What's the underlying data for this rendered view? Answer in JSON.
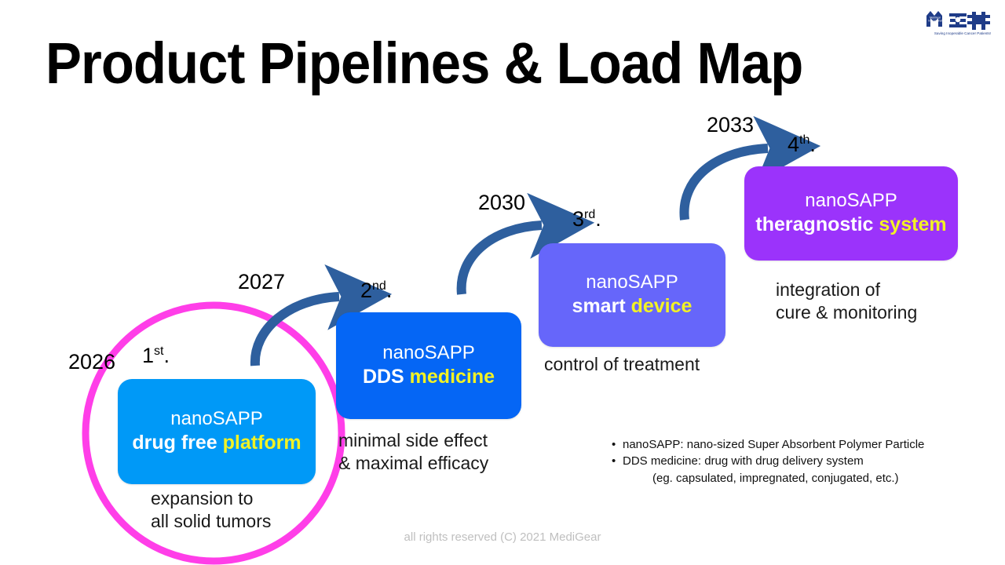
{
  "title": "Product Pipelines & Load Map",
  "logo": {
    "brand_line": "MediGear International",
    "tagline": "Saving Inoperable Cancer Patients!",
    "color": "#1F3C88"
  },
  "colors": {
    "stage1": "#0099F7",
    "stage2": "#0566F5",
    "stage3": "#6666FA",
    "stage4": "#9B33FB",
    "highlight": "#F2F224",
    "arrow": "#2E5F9E",
    "circle": "#FF3EE8"
  },
  "stages": [
    {
      "year": "2026",
      "ordinal_num": "1",
      "ordinal_suffix": "st",
      "line1": "nanoSAPP",
      "line2_plain": "drug free ",
      "line2_highlight": "platform",
      "caption": "expansion to\nall solid tumors",
      "color": "#0099F7",
      "highlighted": true
    },
    {
      "year": "2027",
      "ordinal_num": "2",
      "ordinal_suffix": "nd",
      "line1": "nanoSAPP",
      "line2_plain": "DDS ",
      "line2_highlight": "medicine",
      "caption": "minimal side effect\n& maximal efficacy",
      "color": "#0566F5",
      "highlighted": false
    },
    {
      "year": "2030",
      "ordinal_num": "3",
      "ordinal_suffix": "rd",
      "line1": "nanoSAPP",
      "line2_plain": "smart ",
      "line2_highlight": "device",
      "caption": "control of treatment",
      "color": "#6666FA",
      "highlighted": false
    },
    {
      "year": "2033",
      "ordinal_num": "4",
      "ordinal_suffix": "th",
      "line1": "nanoSAPP",
      "line2_plain": "theragnostic ",
      "line2_highlight": "system",
      "caption": "integration of\ncure & monitoring",
      "color": "#9B33FB",
      "highlighted": false
    }
  ],
  "notes": [
    {
      "bullet": "•",
      "text": "nanoSAPP: nano-sized Super Absorbent Polymer Particle",
      "sub": ""
    },
    {
      "bullet": "•",
      "text": "DDS medicine: drug with drug delivery system",
      "sub": "(eg. capsulated, impregnated, conjugated, etc.)"
    }
  ],
  "footer": "all rights reserved (C) 2021 MediGear"
}
